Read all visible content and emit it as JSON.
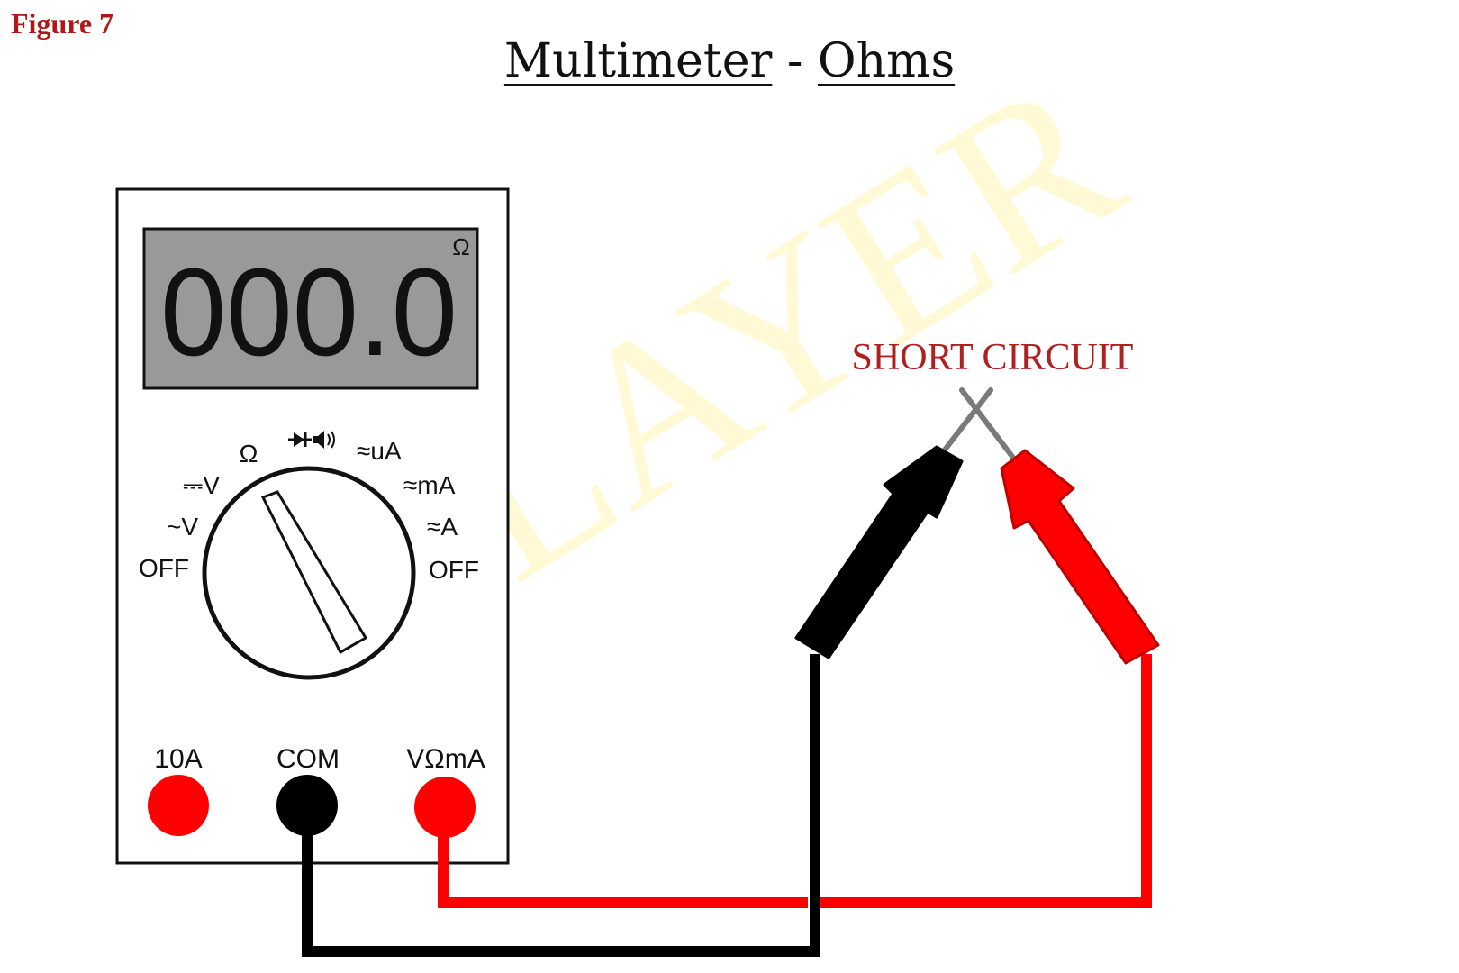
{
  "figure_label": "Figure 7",
  "title": {
    "left": "Multimeter",
    "separator": " - ",
    "right": "Ohms"
  },
  "meter": {
    "display_value": "000.0",
    "display_unit": "Ω",
    "dial_labels": {
      "ohm": "Ω",
      "dc_volts": "⎓V",
      "ac_volts": "~V",
      "off_left": "OFF",
      "micro_amps": "≈uA",
      "milli_amps": "≈mA",
      "amps": "≈A",
      "off_right": "OFF"
    },
    "jacks": {
      "ten_amp": "10A",
      "common": "COM",
      "volt_ohm_ma": "VΩmA"
    }
  },
  "annotation": "SHORT CIRCUIT",
  "watermark": "RELAYER",
  "colors": {
    "red": "#ff0000",
    "black": "#000000",
    "screen": "#999999",
    "title_red": "#b01818"
  }
}
